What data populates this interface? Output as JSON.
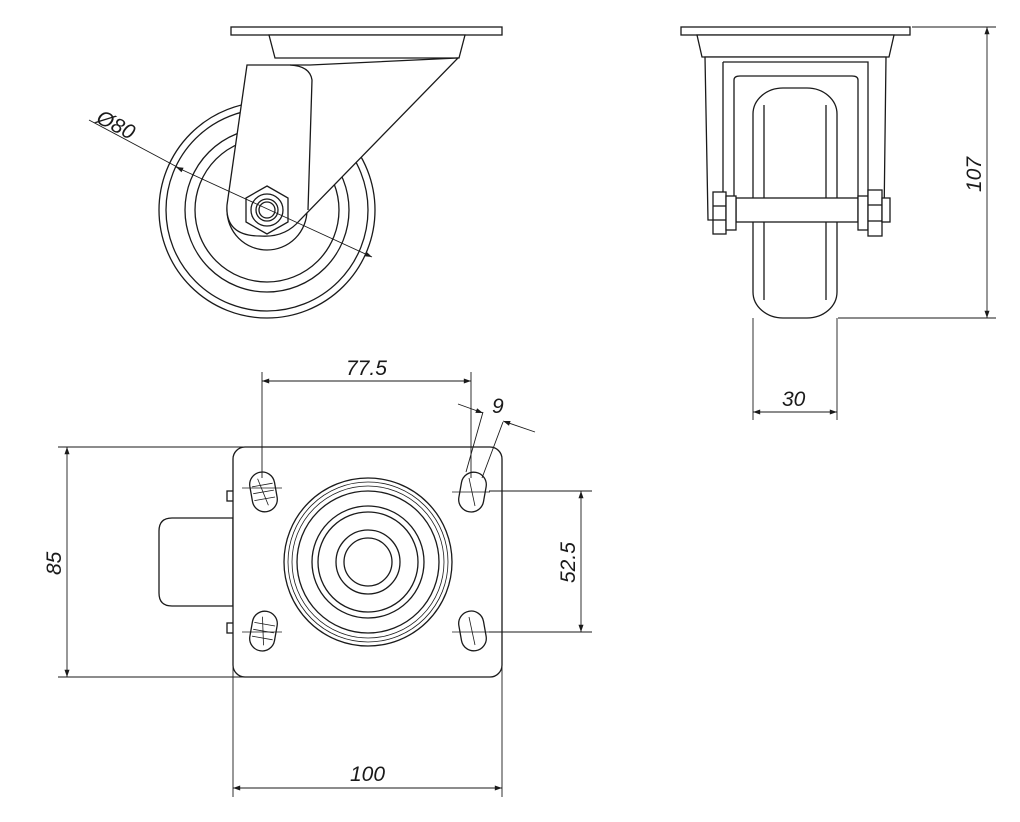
{
  "dimensions": {
    "wheel_diameter": "Ø80",
    "total_height": "107",
    "wheel_width": "30",
    "hole_spacing_x": "77.5",
    "slot_width": "9",
    "hole_spacing_y": "52.5",
    "plate_width_short": "85",
    "plate_length": "100"
  },
  "colors": {
    "line": "#1a1a1a",
    "background": "#ffffff"
  }
}
